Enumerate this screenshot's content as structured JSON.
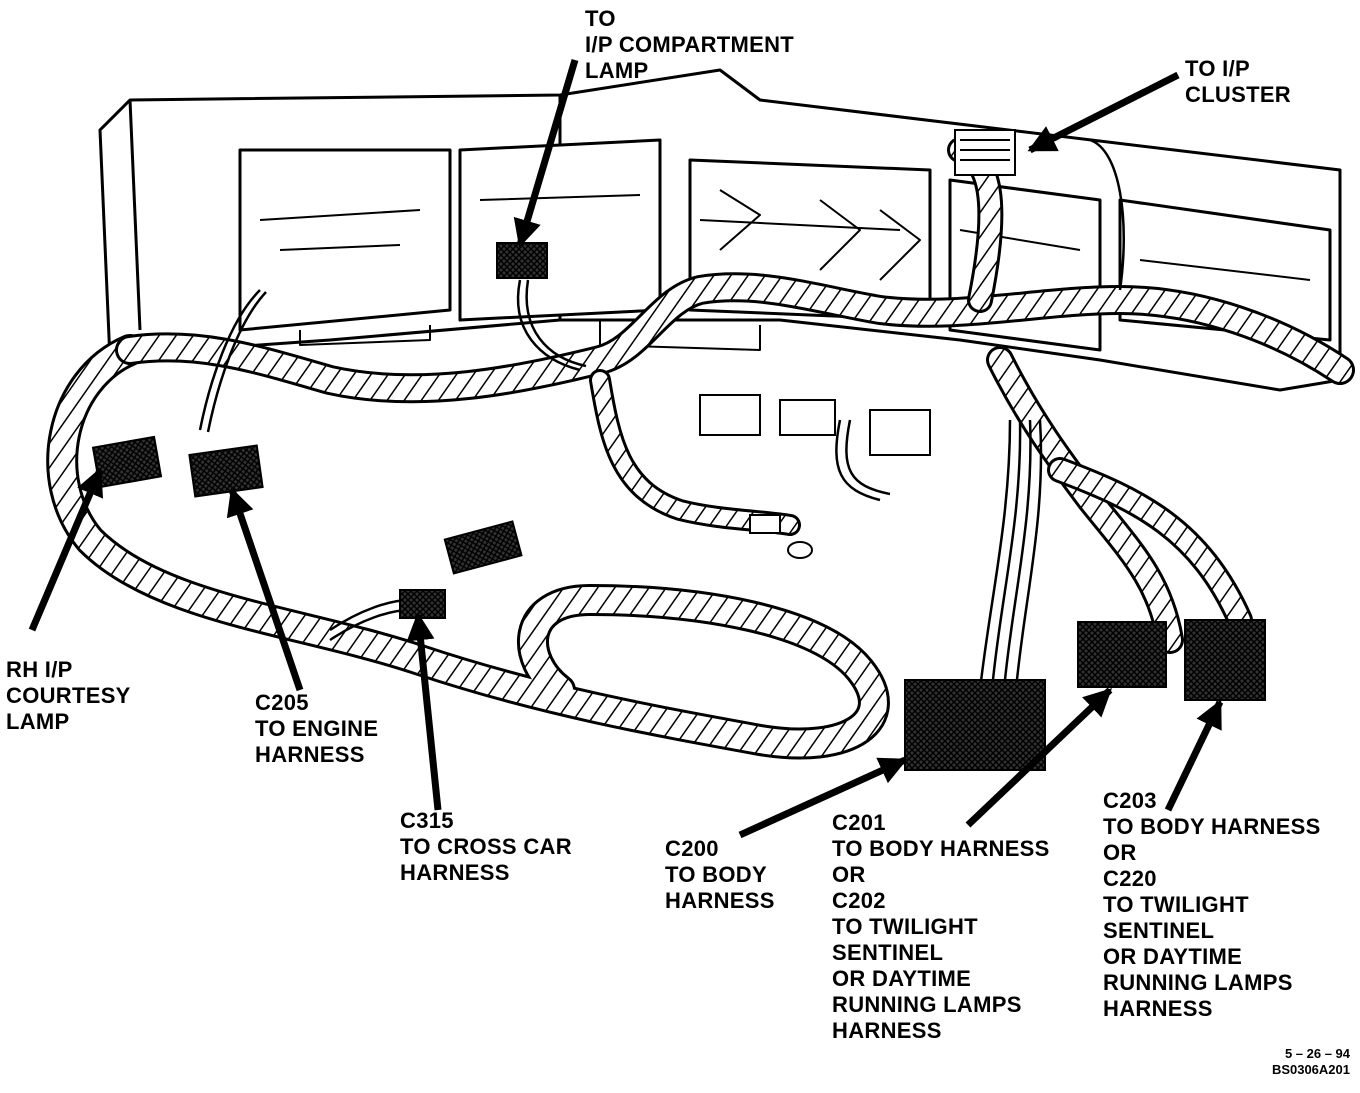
{
  "diagram": {
    "colors": {
      "ink": "#000000",
      "paper": "#ffffff",
      "connector": "#2a2a2a"
    },
    "labels": {
      "ip_compartment_lamp": [
        "TO",
        "I/P COMPARTMENT",
        "LAMP"
      ],
      "ip_cluster": [
        "TO I/P",
        "CLUSTER"
      ],
      "rh_courtesy_lamp": [
        "RH I/P",
        "COURTESY",
        "LAMP"
      ],
      "c205": [
        "C205",
        "TO ENGINE",
        "HARNESS"
      ],
      "c315": [
        "C315",
        "TO CROSS CAR",
        "HARNESS"
      ],
      "c200": [
        "C200",
        "TO BODY",
        "HARNESS"
      ],
      "c201": [
        "C201",
        "TO BODY HARNESS",
        "OR",
        "C202",
        "TO TWILIGHT",
        "SENTINEL",
        "OR DAYTIME",
        "RUNNING LAMPS",
        "HARNESS"
      ],
      "c203": [
        "C203",
        "TO BODY HARNESS",
        "OR",
        "C220",
        "TO TWILIGHT",
        "SENTINEL",
        "OR DAYTIME",
        "RUNNING LAMPS",
        "HARNESS"
      ]
    },
    "figure_code": [
      "5 – 26 – 94",
      "BS0306A201"
    ]
  }
}
